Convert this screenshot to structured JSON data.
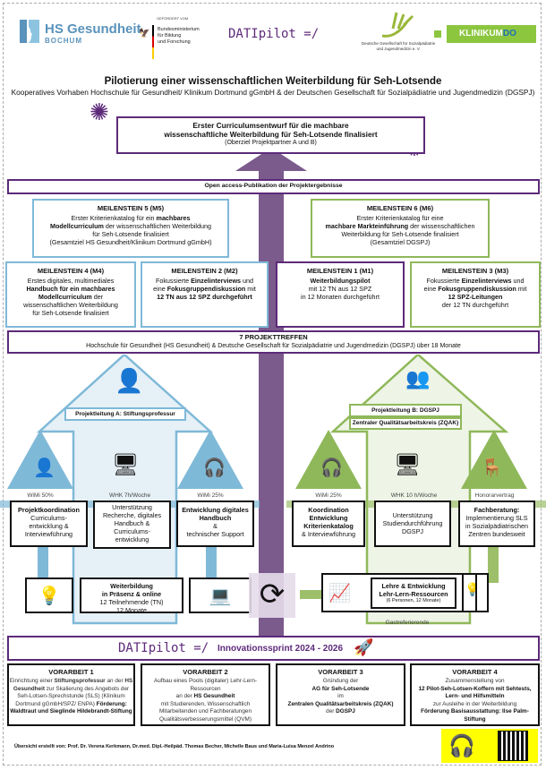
{
  "logos": {
    "hs": {
      "name": "HS Gesundheit",
      "sub": "BOCHUM"
    },
    "bmbf": {
      "funded_by": "GEFÖRDERT VOM",
      "lines": [
        "Bundesministerium",
        "für Bildung",
        "und Forschung"
      ]
    },
    "datipilot": "DATIpilot",
    "dgspj": {
      "lines": [
        "Deutsche Gesellschaft für Sozialpädiatrie",
        "und Jugendmedizin e. V."
      ]
    },
    "klinikum": {
      "a": "KLINIKUM",
      "b": "DO"
    }
  },
  "header": {
    "title": "Pilotierung einer wissenschaftlichen Weiterbildung für Seh-Lotsende",
    "subtitle": "Kooperatives Vorhaben Hochschule für Gesundheit/ Klinikum Dortmund gGmbH & der Deutschen Gesellschaft für Sozialpädiatrie und Jugendmedizin (DGSPJ)"
  },
  "goal": {
    "line1": "Erster Curriculumsentwurf für die machbare",
    "line2": "wissenschaftliche Weiterbildung für Seh-Lotsende finalisiert",
    "note": "(Oberziel Projektpartner A und B)"
  },
  "publication": "Open access-Publikation der Projektergebnisse",
  "milestones": {
    "m5": {
      "title": "MEILENSTEIN 5 (M5)",
      "l1": "Erster Kriterienkatalog für ein ",
      "l1b": "machbares",
      "l2b": "Modellcurriculum",
      "l2": " der wissenschaftlichen Weiterbildung",
      "l3": "für Seh-Lotsende finalisiert",
      "l4": "(Gesamtziel HS Gesundheit/Klinikum Dortmund gGmbH)"
    },
    "m6": {
      "title": "MEILENSTEIN 6 (M6)",
      "l1": "Erster Kriterienkatalog für eine",
      "l2b": "machbare Markteinführung",
      "l2": " der wissenschaftlichen",
      "l3": "Weiterbildung für Seh-Lotsende finalisiert",
      "l4": "(Gesamtziel DGSPJ)"
    },
    "m4": {
      "title": "MEILENSTEIN 4 (M4)",
      "l1": "Erstes digitales, multimediales",
      "l2b": "Handbuch für ein machbares",
      "l3b": "Modellcurriculum",
      "l3": " der",
      "l4": "wissenschaftlichen Weiterbildung",
      "l5": "für Seh-Lotsende finalisiert"
    },
    "m2": {
      "title": "MEILENSTEIN 2 (M2)",
      "l1": "Fokussierte ",
      "l1b": "Einzelinterviews",
      "l1c": " und",
      "l2": "eine ",
      "l2b": "Fokusgruppendiskussion",
      "l2c": " mit",
      "l3b": "12 TN",
      "l3": " aus 12 SPZ durchgeführt"
    },
    "m1": {
      "title": "MEILENSTEIN 1 (M1)",
      "l1b": "Weiterbildungspilot",
      "l2": "mit 12 TN aus 12 SPZ",
      "l3": "in 12 Monaten durchgeführt"
    },
    "m3": {
      "title": "MEILENSTEIN 3 (M3)",
      "l1": "Fokussierte ",
      "l1b": "Einzelinterviews",
      "l1c": " und",
      "l2": "eine ",
      "l2b": "Fokusgruppendiskussion",
      "l2c": " mit",
      "l3b": "12 SPZ-Leitungen",
      "l4": "der 12 TN durchgeführt"
    }
  },
  "meetings": {
    "title": "7 PROJEKTTREFFEN",
    "text": "Hochschule für Gesundheit (HS Gesundheit) & Deutsche Gesellschaft für Sozialpädiatrie und Jugendmedizin (DGSPJ) über 18 Monate"
  },
  "lead_a": "Projektleitung A: Stiftungsprofessur",
  "lead_b": "Projektleitung B: DGSPJ",
  "lead_b2": "Zentraler Qualitätsarbeitskreis (ZQAK)",
  "roles_a": [
    {
      "label": "WiMi 50%",
      "bold": "Projektkoordination",
      "text": [
        "Curriculums-",
        "entwicklung &",
        "Interviewführung"
      ]
    },
    {
      "label": "WHK 7h/Woche",
      "bold": "",
      "text": [
        "Unterstützung",
        "Recherche, digitales",
        "Handbuch &",
        "Curriculums-",
        "entwicklung"
      ]
    },
    {
      "label": "WiMi 25%",
      "bold": "Entwicklung digitales Handbuch",
      "text": [
        "&",
        "technischer Support"
      ]
    }
  ],
  "roles_b": [
    {
      "label": "WiMi 25%",
      "bold": "Koordination Entwicklung Kriterienkatalog",
      "text": [
        "& Interviewführung"
      ]
    },
    {
      "label": "WHK 10 h/Woche",
      "bold": "",
      "text": [
        "Unterstützung",
        "Studiendurchführung",
        "DGSPJ"
      ]
    },
    {
      "label": "Honorarvertrag",
      "bold": "Fachberatung:",
      "text": [
        "Implementierung SLS",
        "in Sozialpädiatrischen",
        "Zentren bundesweit"
      ]
    }
  ],
  "training": {
    "b1": "Weiterbildung",
    "b2": "in Präsenz & online",
    "l3": "12 Teilnehmende (TN)",
    "l4": "12 Monate"
  },
  "teaching": {
    "b1": "Lehre & Entwicklung",
    "b2": "Lehr-Lern-Ressourcen",
    "note": "(6 Personen, 12 Monate)",
    "guest": "Gastreferierende"
  },
  "sprint": {
    "logo": "DATIpilot",
    "text": "Innovationssprint 2024 - 2026"
  },
  "preliminary": [
    {
      "title": "VORARBEIT 1"
    },
    {
      "title": "VORARBEIT 2"
    },
    {
      "title": "VORARBEIT 3"
    },
    {
      "title": "VORARBEIT 4"
    }
  ],
  "credits": "Übersicht erstellt von: Prof. Dr. Verena Kerkmann, Dr.med. Dipl.-Heilpäd. Thomas Becher, Michelle Baus und Maria-Luisa Menzel Andrino",
  "colors": {
    "purple": "#5d2a7a",
    "blue": "#7fb9d8",
    "green": "#8fb85a",
    "yellow": "#ffff00"
  }
}
